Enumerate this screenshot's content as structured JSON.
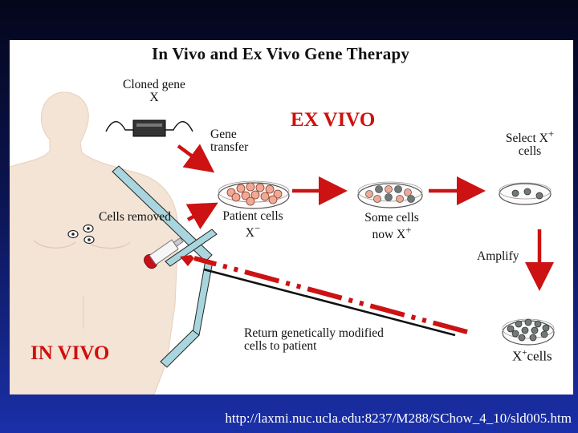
{
  "diagram": {
    "title": "In Vivo and Ex Vivo Gene Therapy",
    "labels": {
      "cloned_gene": "Cloned gene",
      "gene_x": "X",
      "gene_transfer_line1": "Gene",
      "gene_transfer_line2": "transfer",
      "ex_vivo": "EX VIVO",
      "select_line1": "Select X",
      "select_sup": "+",
      "select_line2": "cells",
      "cells_removed": "Cells removed",
      "patient_cells": "Patient cells",
      "patient_x": "X",
      "patient_sup": "−",
      "some_cells_line1": "Some cells",
      "some_cells_line2": "now X",
      "some_cells_sup": "+",
      "amplify": "Amplify",
      "return_line1": "Return genetically modified",
      "return_line2": "cells to patient",
      "xcells_x": "X",
      "xcells_sup": "+",
      "xcells_word": "cells",
      "in_vivo": "IN VIVO"
    }
  },
  "footer": {
    "url": "http://laxmi.nuc.ucla.edu:8237/M288/SChow_4_10/sld005.htm"
  },
  "colors": {
    "arrow_red": "#cc1212",
    "heading_red": "#d0100c",
    "skin": "#f3e4d6",
    "dish_cell": "#f0a994",
    "syringe_blue": "#a9d6de"
  }
}
